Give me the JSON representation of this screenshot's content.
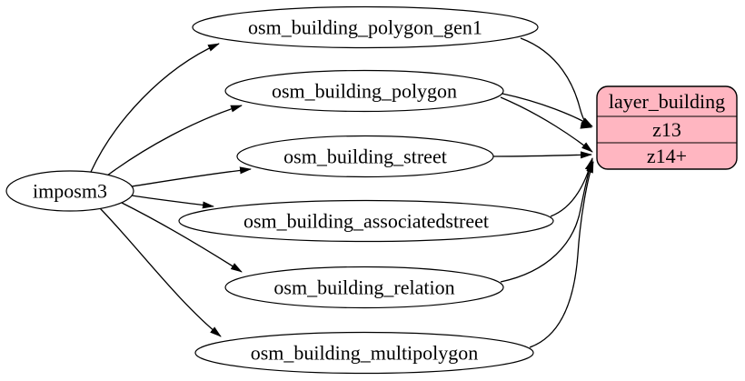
{
  "diagram": {
    "kind": "etl-graph",
    "nodes": {
      "imposm3": {
        "label": "imposm3",
        "shape": "ellipse"
      },
      "polygon_gen1": {
        "label": "osm_building_polygon_gen1",
        "shape": "ellipse"
      },
      "polygon": {
        "label": "osm_building_polygon",
        "shape": "ellipse"
      },
      "street": {
        "label": "osm_building_street",
        "shape": "ellipse"
      },
      "associatedstreet": {
        "label": "osm_building_associatedstreet",
        "shape": "ellipse"
      },
      "relation": {
        "label": "osm_building_relation",
        "shape": "ellipse"
      },
      "multipolygon": {
        "label": "osm_building_multipolygon",
        "shape": "ellipse"
      }
    },
    "layer_node": {
      "title": "layer_building",
      "rows": [
        "z13",
        "z14+"
      ],
      "fill": "#FFB6C1",
      "border": "#000000"
    },
    "edges": [
      {
        "from": "imposm3",
        "to": "osm_building_polygon_gen1"
      },
      {
        "from": "imposm3",
        "to": "osm_building_polygon"
      },
      {
        "from": "imposm3",
        "to": "osm_building_street"
      },
      {
        "from": "imposm3",
        "to": "osm_building_associatedstreet"
      },
      {
        "from": "imposm3",
        "to": "osm_building_relation"
      },
      {
        "from": "imposm3",
        "to": "osm_building_multipolygon"
      },
      {
        "from": "osm_building_polygon_gen1",
        "to": "layer_building:z13"
      },
      {
        "from": "osm_building_polygon",
        "to": "layer_building:z13"
      },
      {
        "from": "osm_building_polygon",
        "to": "layer_building:z14+"
      },
      {
        "from": "osm_building_street",
        "to": "layer_building:z14+"
      },
      {
        "from": "osm_building_associatedstreet",
        "to": "layer_building:z14+"
      },
      {
        "from": "osm_building_relation",
        "to": "layer_building:z14+"
      },
      {
        "from": "osm_building_multipolygon",
        "to": "layer_building:z14+"
      }
    ],
    "colors": {
      "background": "#ffffff",
      "node_fill": "#ffffff",
      "stroke": "#000000",
      "text": "#000000",
      "layer_fill": "#FFB6C1"
    }
  }
}
